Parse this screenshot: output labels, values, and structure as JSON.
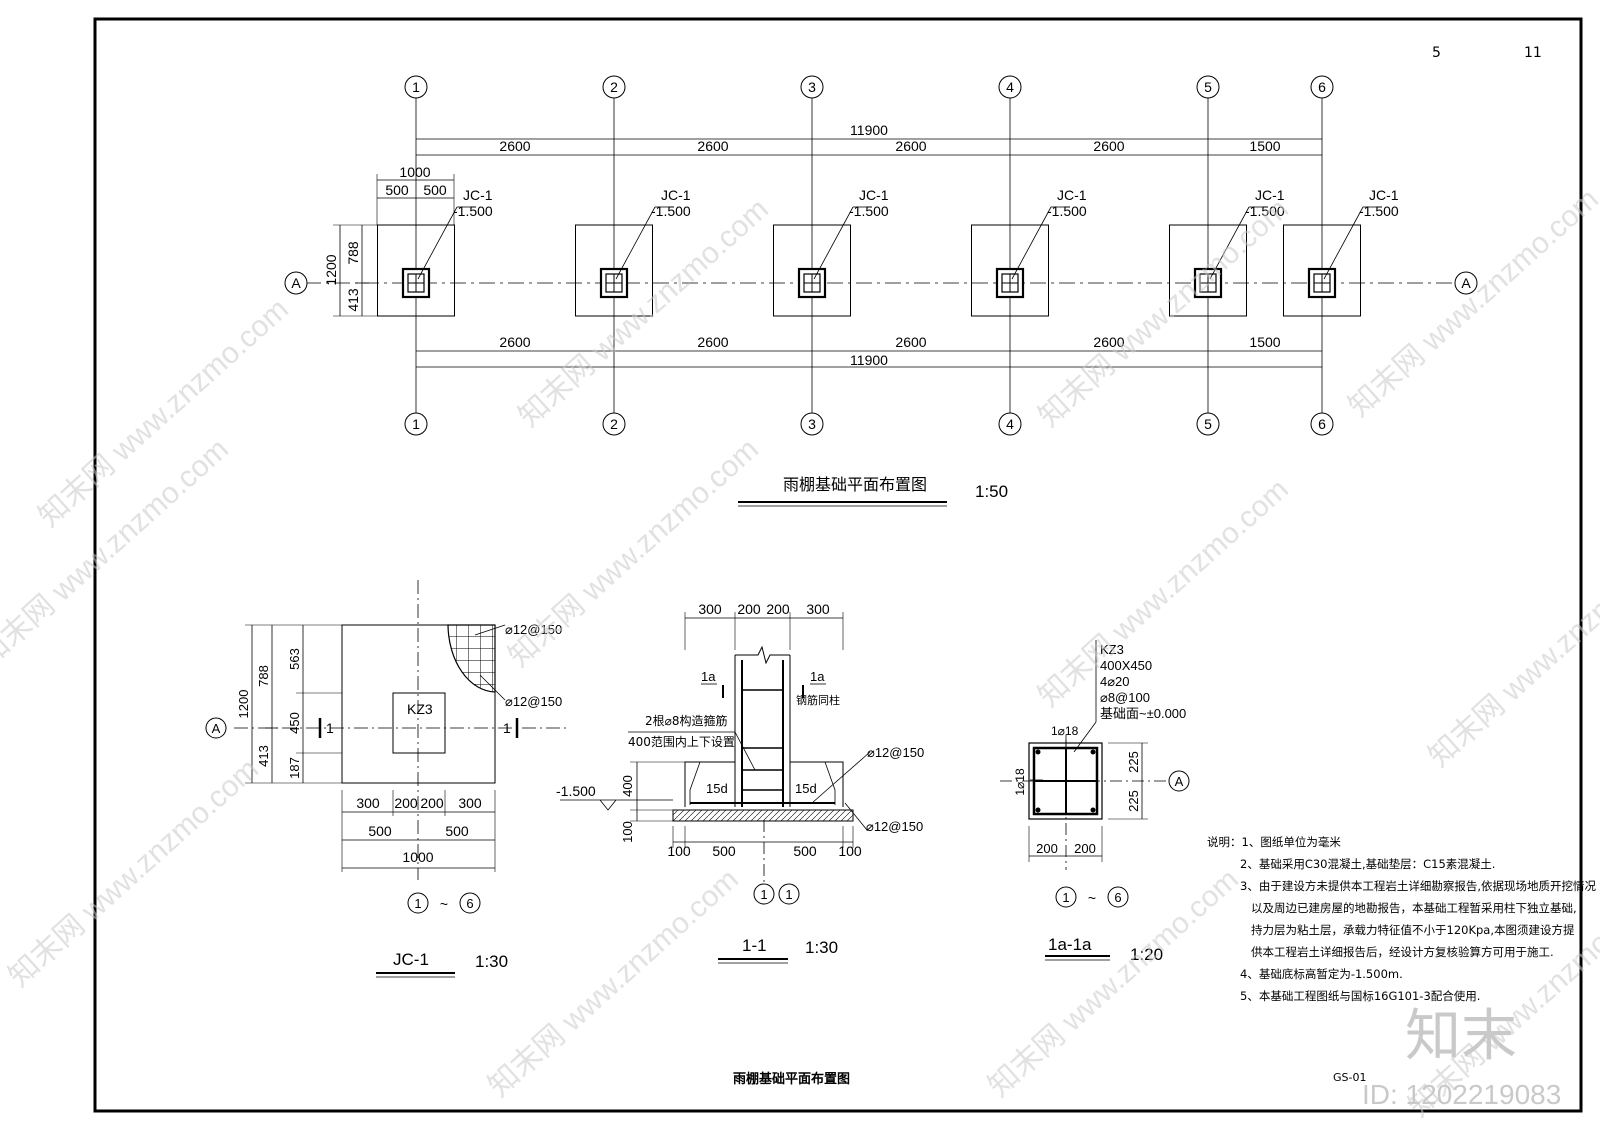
{
  "sheet": {
    "page_no": "5",
    "page_total": "11",
    "drawing_no": "GS-01",
    "bottom_title": "雨棚基础平面布置图"
  },
  "plan": {
    "title": "雨棚基础平面布置图",
    "scale": "1:50",
    "axes": [
      "1",
      "2",
      "3",
      "4",
      "5",
      "6"
    ],
    "row_axis": "A",
    "total_dim": "11900",
    "spans": [
      "2600",
      "2600",
      "2600",
      "2600",
      "1500"
    ],
    "width_dim": "1000",
    "half_dims": [
      "500",
      "500"
    ],
    "side_dims": [
      "1200",
      "788",
      "413"
    ],
    "footing_label": "JC-1",
    "footing_elev": "-1.500"
  },
  "jc1": {
    "title": "JC-1",
    "scale": "1:30",
    "axis_a": "A",
    "column_label": "KZ3",
    "rebar_top": "⌀12@150",
    "rebar_mid": "⌀12@150",
    "left_dims": [
      "1200",
      "788",
      "413"
    ],
    "right_dims": [
      "563",
      "450",
      "187"
    ],
    "dims_row1": [
      "300",
      "200",
      "200",
      "300"
    ],
    "dims_row2": [
      "500",
      "500"
    ],
    "dims_row3": "1000",
    "axis_range_from": "1",
    "axis_range_sep": "~",
    "axis_range_to": "6",
    "section_mark": "1"
  },
  "section11": {
    "title": "1-1",
    "scale": "1:30",
    "top_dims": [
      "300",
      "200",
      "200",
      "300"
    ],
    "tag_1a": "1a",
    "note_rebar": "钢筋同柱",
    "note_stirrup_1": "2根⌀8构造箍筋",
    "note_stirrup_2": "400范围内上下设置",
    "elev": "-1.500",
    "dim_400": "400",
    "dim_100": "100",
    "anchor_15d": "15d",
    "rebar_1": "⌀12@150",
    "rebar_2": "⌀12@150",
    "bottom_dims": [
      "100",
      "500",
      "500",
      "100"
    ],
    "axis_1": "1",
    "axis_2": "1"
  },
  "section1a": {
    "title": "1a-1a",
    "scale": "1:20",
    "column": "KZ3",
    "size": "400X450",
    "bars": "4⌀20",
    "stirrup": "⌀8@100",
    "base": "基础面~±0.000",
    "top_bar": "1⌀18",
    "side_bar": "1⌀18",
    "axis_a": "A",
    "right_dims": [
      "225",
      "225"
    ],
    "bottom_dims": [
      "200",
      "200"
    ],
    "axis_range_from": "1",
    "axis_range_sep": "~",
    "axis_range_to": "6"
  },
  "notes": [
    "说明：1、图纸单位为毫米",
    "2、基础采用C30混凝土,基础垫层：C15素混凝土.",
    "3、由于建设方未提供本工程岩土详细勘察报告,依据现场地质开挖情况",
    "以及周边已建房屋的地勘报告，本基础工程暂采用柱下独立基础,",
    "持力层为粘土层，承载力特征值不小于120Kpa,本图须建设方提",
    "供本工程岩土详细报告后，经设计方复核验算方可用于施工.",
    "4、基础底标高暂定为-1.500m.",
    "5、本基础工程图纸与国标16G101-3配合使用."
  ],
  "watermark": {
    "site": "www.znzmo.com",
    "brand": "知末网",
    "logo": "知末",
    "id_label": "ID: 1202219083"
  }
}
